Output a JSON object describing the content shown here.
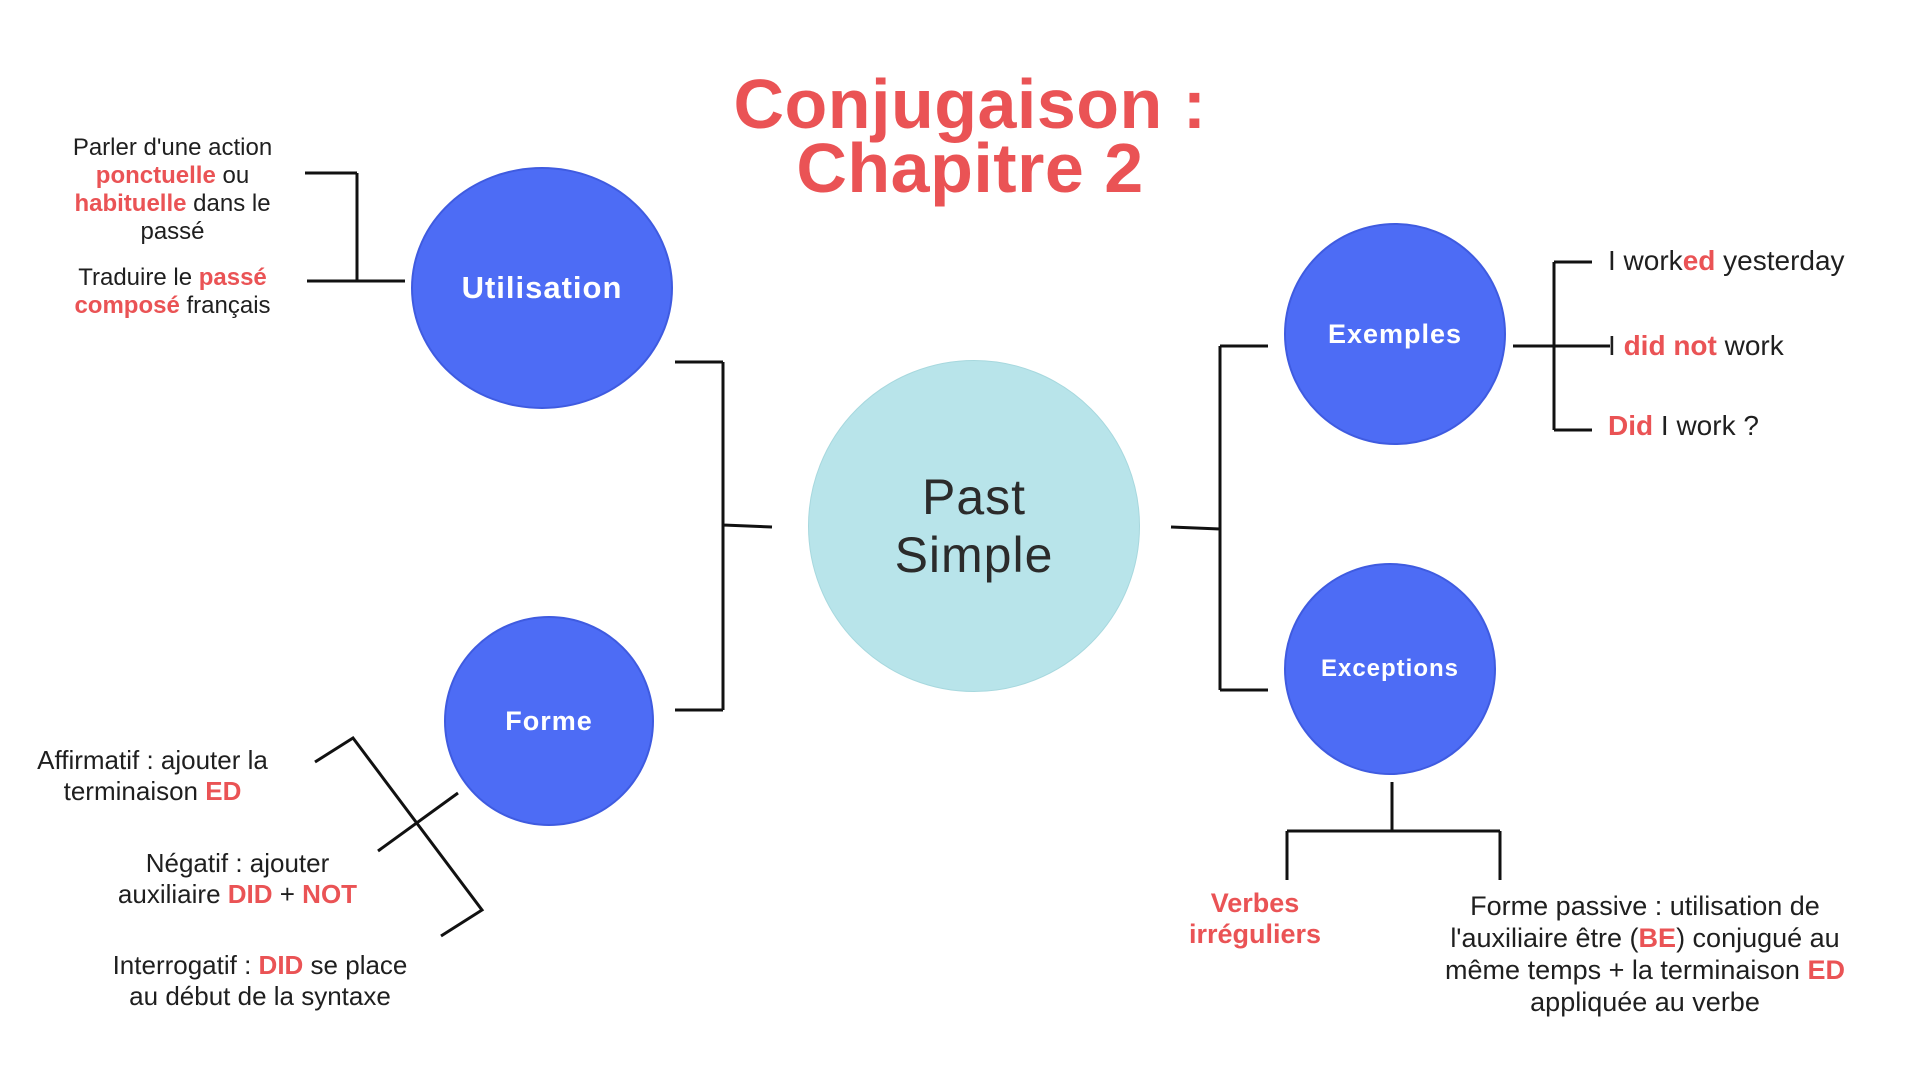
{
  "title": {
    "line1": "Conjugaison :",
    "line2": "Chapitre 2"
  },
  "center": {
    "line1": "Past",
    "line2": "Simple"
  },
  "nodes": {
    "utilisation": "Utilisation",
    "forme": "Forme",
    "exemples": "Exemples",
    "exceptions": "Exceptions"
  },
  "utilisation_notes": {
    "n1_a": "Parler d'une action",
    "n1_b": "ponctuelle",
    "n1_c": " ou",
    "n1_d": "habituelle",
    "n1_e": " dans le",
    "n1_f": "passé",
    "n2_a": "Traduire le ",
    "n2_b": "passé",
    "n2_c": "composé",
    "n2_d": " français"
  },
  "forme_notes": {
    "aff_a": "Affirmatif : ajouter la",
    "aff_b": "terminaison ",
    "aff_c": "ED",
    "neg_a": "Négatif : ajouter",
    "neg_b": "auxiliaire ",
    "neg_c": "DID",
    "neg_d": " + ",
    "neg_e": "NOT",
    "int_a": "Interrogatif : ",
    "int_b": "DID",
    "int_c": " se place",
    "int_d": "au début de la syntaxe"
  },
  "exemples_notes": {
    "e1_a": "I work",
    "e1_b": "ed",
    "e1_c": " yesterday",
    "e2_a": "I ",
    "e2_b": "did not",
    "e2_c": " work",
    "e3_a": "Did",
    "e3_b": " I work ?"
  },
  "exceptions_notes": {
    "irr_a": "Verbes",
    "irr_b": "irréguliers",
    "pas_a": "Forme passive : utilisation de",
    "pas_b": "l'auxiliaire être (",
    "pas_c": "BE",
    "pas_d": ") conjugué au",
    "pas_e": "même temps +  la terminaison ",
    "pas_f": "ED",
    "pas_g": "appliquée au verbe"
  },
  "colors": {
    "title": "#ea5355",
    "highlight": "#ea5355",
    "node_blue": "#4d6cf5",
    "center_fill": "#b8e4ea",
    "line": "#111111"
  }
}
